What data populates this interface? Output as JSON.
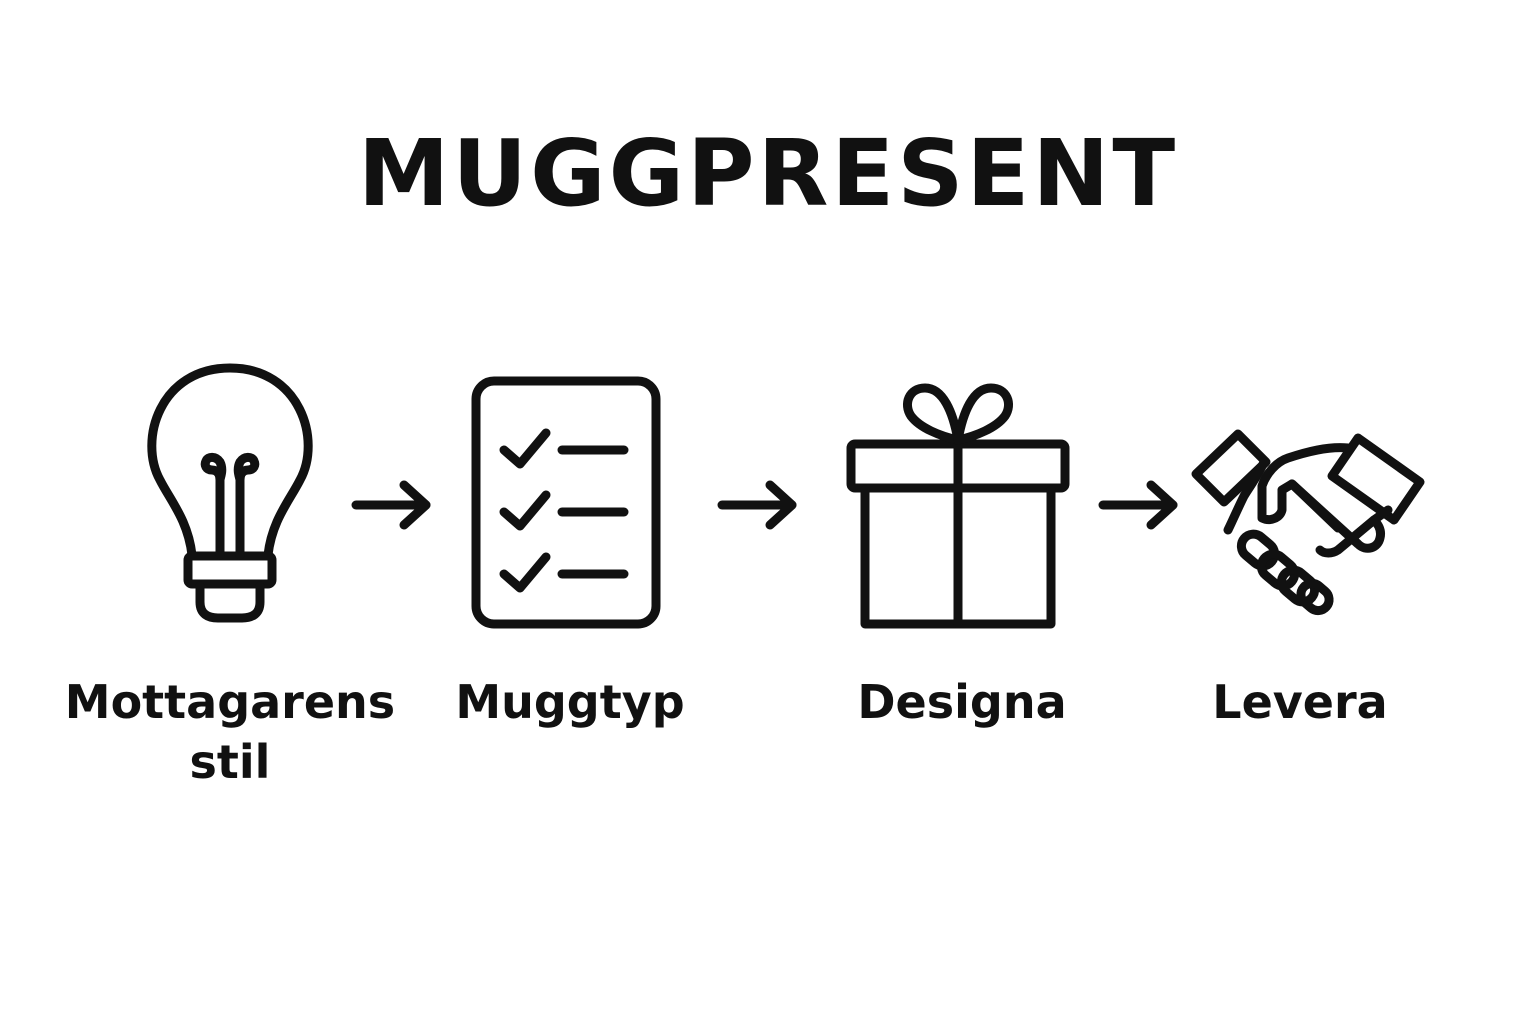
{
  "title": "MUGGPRESENT",
  "colors": {
    "background": "#ffffff",
    "ink": "#111111"
  },
  "steps": [
    {
      "icon": "lightbulb-icon",
      "label": "Mottagarens stil"
    },
    {
      "icon": "checklist-icon",
      "label": "Muggtyp"
    },
    {
      "icon": "gift-icon",
      "label": "Designa"
    },
    {
      "icon": "handshake-icon",
      "label": "Levera"
    }
  ]
}
